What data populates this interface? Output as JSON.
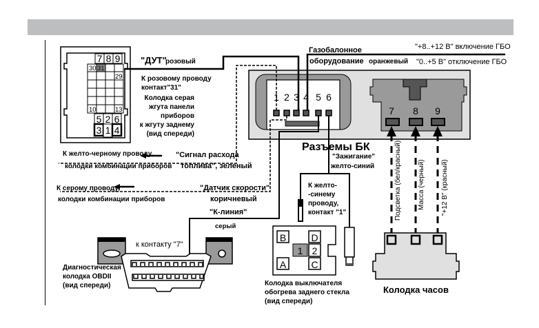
{
  "header_bar": {
    "color": "#bdbebf"
  },
  "dash_connector": {
    "top_pins": [
      "7",
      "8",
      "9"
    ],
    "grid_labels": {
      "top_left": "30",
      "top_second": "31",
      "right_second_row": "29",
      "bottom_left": "10",
      "bottom_right": "13"
    },
    "bottom_row1": [
      "5",
      "2",
      "6"
    ],
    "bottom_row2": [
      "3",
      "1",
      "4"
    ],
    "dut_label": "\"ДУТ\"",
    "dut_color": "розовый",
    "desc_lines": [
      "К розовому проводу",
      "контакт\"31\"",
      "Колодка серая",
      "жгута панели",
      "приборов",
      "к жгуту заднему",
      "(вид спереди)"
    ]
  },
  "gbo": {
    "title_line1": "Газобалонное",
    "title_line2": "оборудование",
    "color": "оранжевый",
    "on_label": "\"+8..+12 В\" включение ГБО",
    "off_label": "\"0..+5 В\" отключение ГБО"
  },
  "bk_connectors": {
    "title": "Разъемы БК",
    "left_pins": [
      "1",
      "2",
      "3",
      "4",
      "5",
      "6"
    ],
    "right_pins": [
      "7",
      "8",
      "9"
    ]
  },
  "wires": {
    "fuel_signal": {
      "line1": "\"Сигнал расхода",
      "line2": "топлива\", зеленый"
    },
    "fuel_target": {
      "line1": "К желто-черному проводу,",
      "line2": "колодки комбинации приборов"
    },
    "speed_sensor": {
      "line1": "\"Датчик скорости\"",
      "line2": "коричневый"
    },
    "speed_target": {
      "line1": "К серому проводу,",
      "line2": "колодки комбинации приборов"
    },
    "k_line": {
      "label": "\"К-линия\"",
      "color": "серый"
    },
    "ignition": {
      "line1": "\"Зажигание\"",
      "line2": "желто-синий"
    },
    "ignition_target": [
      "К желто-",
      "-синему",
      "проводу,",
      "контакт \"1\""
    ],
    "backlight": "Подсветка (бел/красный)",
    "ground": "Масса (черный)",
    "plus12": "\"+12 В\" (красный)"
  },
  "obd": {
    "contact_label": "к контакту \"7\"",
    "desc": [
      "Диагностическая",
      "колодка OBDII",
      "(вид спереди)"
    ]
  },
  "rear_defrost": {
    "cells": [
      "B",
      "D",
      "1",
      "2",
      "A",
      "C"
    ],
    "desc": [
      "Колодка выключателя",
      "обогрева заднего стекла",
      "(вид спереди)"
    ]
  },
  "clock": {
    "label": "Колодка часов"
  }
}
